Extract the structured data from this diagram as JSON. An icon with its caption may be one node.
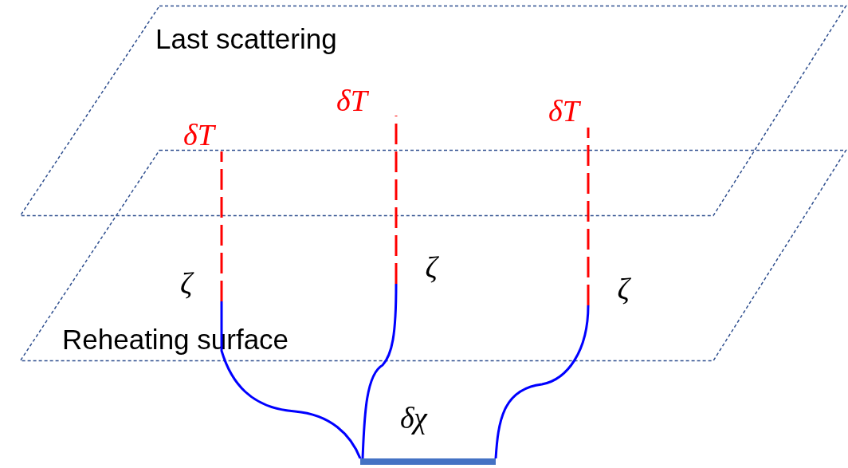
{
  "diagram": {
    "nodes": [
      {
        "text": [
          "Last scattering"
        ]
      },
      {
        "text": [
          "δT"
        ],
        "in": 0
      },
      {
        "text": [
          "δT"
        ],
        "in": 0
      },
      {
        "text": [
          "δT"
        ],
        "in": 0
      },
      {
        "text": [
          "Reheating surface"
        ]
      },
      {
        "text": [
          "ζ"
        ],
        "in": 4
      },
      {
        "text": [
          "ζ"
        ],
        "in": 4
      },
      {
        "text": [
          "ζ"
        ],
        "in": 4
      },
      {
        "text": [
          "δχ"
        ]
      }
    ],
    "edges": [
      {
        "from": 8,
        "to": 5,
        "arrow": "none",
        "color": "#0000ff"
      },
      {
        "from": 8,
        "to": 6,
        "arrow": "none",
        "color": "#0000ff"
      },
      {
        "from": 8,
        "to": 7,
        "arrow": "none",
        "color": "#0000ff"
      },
      {
        "from": 5,
        "to": 1,
        "arrow": "none",
        "style": "dashed",
        "color": "#ff0000"
      },
      {
        "from": 6,
        "to": 2,
        "arrow": "none",
        "style": "dashed",
        "color": "#ff0000"
      },
      {
        "from": 7,
        "to": 3,
        "arrow": "none",
        "style": "dashed",
        "color": "#ff0000"
      }
    ]
  }
}
